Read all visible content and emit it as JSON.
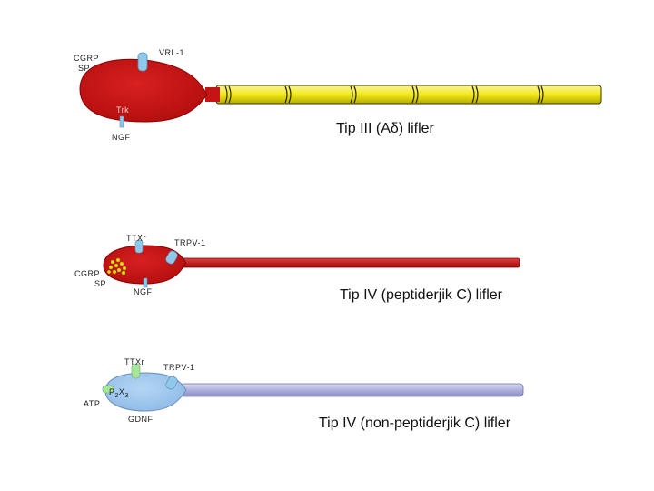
{
  "neuron1": {
    "labels": {
      "vrl1": "VRL-1",
      "cgrp": "CGRP",
      "sp": "SP",
      "trk": "Trk",
      "ngf": "NGF"
    },
    "title": "Tip III (Aδ) lifler",
    "colors": {
      "soma": "#c41414",
      "axon": "#f2ea1a",
      "receptor": "#8ec8ea"
    }
  },
  "neuron2": {
    "labels": {
      "ttxr": "TTXr",
      "trpv1": "TRPV-1",
      "cgrp": "CGRP",
      "sp": "SP",
      "ngf": "NGF"
    },
    "title": "Tip IV (peptiderjik C) lifler",
    "colors": {
      "soma": "#c41414",
      "axon": "#c41414",
      "granules": "#e8dc20",
      "receptor": "#8ec8ea"
    }
  },
  "neuron3": {
    "labels": {
      "ttxr": "TTXr",
      "trpv1": "TRPV-1",
      "p2x3_main": "P",
      "p2x3_sub1": "2",
      "p2x3_mid": "X",
      "p2x3_sub2": "3",
      "atp": "ATP",
      "gdnf": "GDNF"
    },
    "title": "Tip IV (non-peptiderjik C) lifler",
    "colors": {
      "soma": "#9cc4ec",
      "axon": "#a8aad8",
      "receptor_green": "#a8e6a0",
      "receptor_blue": "#8ec8ea"
    }
  }
}
